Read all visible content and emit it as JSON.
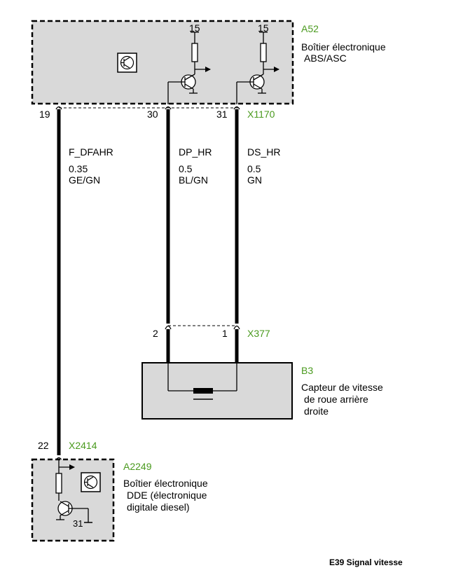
{
  "components": {
    "a52": {
      "id": "A52",
      "line1": "Boîtier électronique",
      "line2": "ABS/ASC",
      "supply_left": "15",
      "supply_right": "15"
    },
    "b3": {
      "id": "B3",
      "line1": "Capteur de vitesse",
      "line2": "de roue arrière",
      "line3": "droite"
    },
    "a2249": {
      "id": "A2249",
      "line1": "Boîtier électronique",
      "line2": "DDE (électronique",
      "line3": "digitale diesel)",
      "ground_pin": "31"
    }
  },
  "connectors": {
    "x1170": {
      "id": "X1170",
      "pins": [
        "19",
        "30",
        "31"
      ]
    },
    "x377": {
      "id": "X377",
      "pins": [
        "2",
        "1"
      ]
    },
    "x2414": {
      "id": "X2414",
      "pin": "22"
    }
  },
  "wires": [
    {
      "name": "F_DFAHR",
      "section": "0.35",
      "color": "GE/GN"
    },
    {
      "name": "DP_HR",
      "section": "0.5",
      "color": "BL/GN"
    },
    {
      "name": "DS_HR",
      "section": "0.5",
      "color": "GN"
    }
  ],
  "footer": {
    "title": "E39 Signal vitesse"
  },
  "colors": {
    "component_fill": "#d9d9d9",
    "label_green": "#4a9a1e",
    "wire": "#000000"
  }
}
